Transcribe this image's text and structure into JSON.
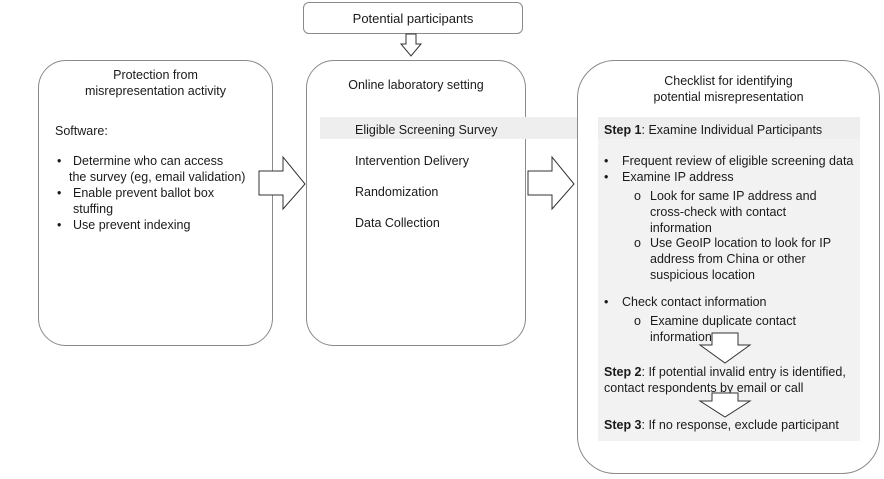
{
  "top": {
    "label": "Potential participants"
  },
  "left_box": {
    "title_lines": [
      "Protection from",
      "misrepresentation activity"
    ],
    "section_label": "Software:",
    "bullets": [
      {
        "lines": [
          "Determine who can access",
          "the survey (eg, email validation)"
        ]
      },
      {
        "lines": [
          "Enable prevent ballot box",
          "stuffing"
        ]
      },
      {
        "lines": [
          "Use prevent indexing"
        ]
      }
    ]
  },
  "middle_box": {
    "title": "Online laboratory setting",
    "items": [
      "Eligible Screening Survey",
      "Intervention Delivery",
      "Randomization",
      "Data Collection"
    ]
  },
  "right_box": {
    "title_lines": [
      "Checklist for identifying",
      "potential misrepresentation"
    ],
    "step1": {
      "label": "Step 1",
      "text": ": Examine Individual Participants"
    },
    "bullets": [
      {
        "text": "Frequent review of eligible screening data"
      },
      {
        "text": "Examine IP address"
      }
    ],
    "ip_sub": [
      {
        "lines": [
          "Look for same IP address and",
          "cross-check with contact",
          "information"
        ]
      },
      {
        "lines": [
          "Use GeoIP location to look for IP",
          "address from China or other",
          "suspicious location"
        ]
      }
    ],
    "contact_bullet": "Check contact information",
    "contact_sub": {
      "lines": [
        "Examine duplicate contact",
        "information"
      ]
    },
    "step2": {
      "label": "Step 2",
      "lines": [
        ": If potential invalid entry is identified,",
        "contact respondents by email or call"
      ]
    },
    "step3": {
      "label": "Step 3",
      "text": ": If no response, exclude participant"
    }
  },
  "bullet_symbols": {
    "dot": "•",
    "circle": "o"
  }
}
